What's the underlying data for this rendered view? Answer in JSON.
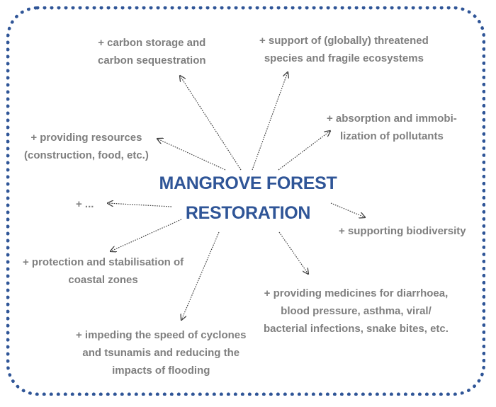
{
  "title": {
    "line1": "MANGROVE FOREST",
    "line2": "RESTORATION"
  },
  "benefits": {
    "carbon": {
      "line1": "+ carbon storage and",
      "line2": "carbon sequestration"
    },
    "threatened": {
      "line1": "+ support of (globally) threatened",
      "line2": "species and fragile ecosystems"
    },
    "pollutants": {
      "line1": "+ absorption and immobi-",
      "line2": "lization of pollutants"
    },
    "resources": {
      "line1": "+ providing resources",
      "line2": "(construction,  food, etc.)"
    },
    "more": {
      "line1": "+ ..."
    },
    "biodiversity": {
      "line1": "+ supporting biodiversity"
    },
    "coastal": {
      "line1": "+ protection and stabilisation of",
      "line2": "coastal zones"
    },
    "medicines": {
      "line1": "+ providing medicines for diarrhoea,",
      "line2": "blood pressure, asthma, viral/",
      "line3": "bacterial infections, snake bites, etc."
    },
    "cyclones": {
      "line1": "+ impeding the speed of cyclones",
      "line2": "and tsunamis and reducing the",
      "line3": "impacts of flooding"
    }
  },
  "colors": {
    "frame": "#2f5597",
    "title": "#2f5597",
    "text": "#7f7f7f",
    "arrow": "#404040"
  }
}
